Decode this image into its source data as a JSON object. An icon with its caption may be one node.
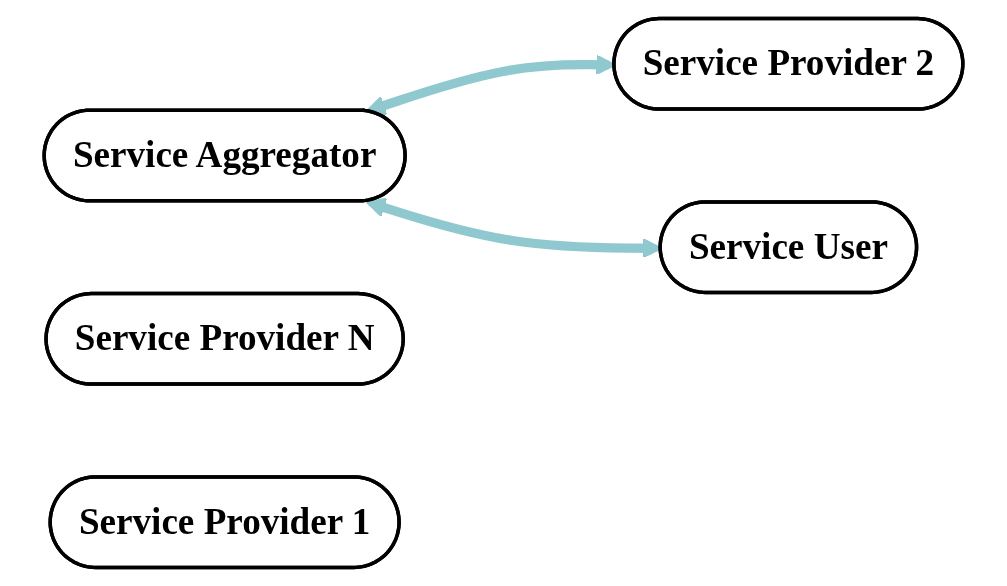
{
  "diagram": {
    "nodes": [
      {
        "text": [
          "Service Aggregator"
        ]
      },
      {
        "text": [
          "Service Provider N"
        ]
      },
      {
        "text": [
          "Service Provider 2"
        ]
      },
      {
        "text": [
          "Service Provider 1"
        ]
      },
      {
        "text": [
          "Service User"
        ]
      }
    ],
    "edges": [
      {
        "from": 0,
        "to": 2,
        "arrow": "both"
      },
      {
        "from": 0,
        "to": 4,
        "arrow": "both"
      }
    ]
  }
}
